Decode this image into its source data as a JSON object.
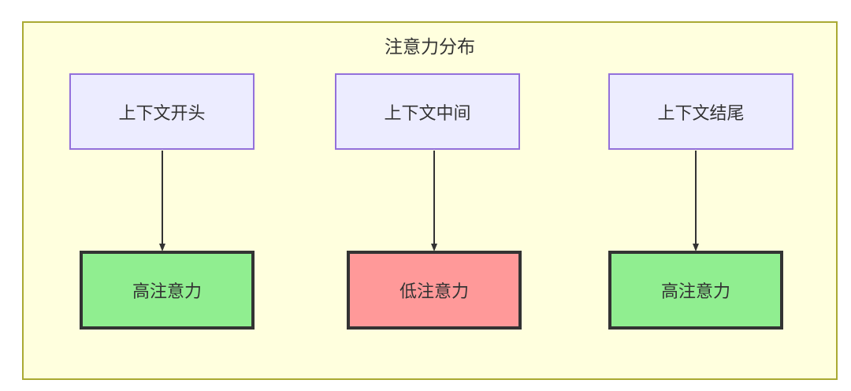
{
  "diagram": {
    "title": "注意力分布",
    "theme": {
      "container_fill": "#ffffde",
      "container_border": "#aaaa33",
      "context_fill": "#ececff",
      "context_border": "#9370db",
      "high_attention_fill": "#90ee90",
      "low_attention_fill": "#ff9999",
      "attention_border": "#333333",
      "text_color": "#333333",
      "arrow_color": "#333333"
    },
    "context_nodes": [
      {
        "id": "ctx-start",
        "label": "上下文开头"
      },
      {
        "id": "ctx-middle",
        "label": "上下文中间"
      },
      {
        "id": "ctx-end",
        "label": "上下文结尾"
      }
    ],
    "attention_nodes": [
      {
        "id": "att-high-start",
        "label": "高注意力",
        "level": "high"
      },
      {
        "id": "att-low-middle",
        "label": "低注意力",
        "level": "low"
      },
      {
        "id": "att-high-end",
        "label": "高注意力",
        "level": "high"
      }
    ],
    "edges": [
      {
        "from": "ctx-start",
        "to": "att-high-start"
      },
      {
        "from": "ctx-middle",
        "to": "att-low-middle"
      },
      {
        "from": "ctx-end",
        "to": "att-high-end"
      }
    ]
  }
}
